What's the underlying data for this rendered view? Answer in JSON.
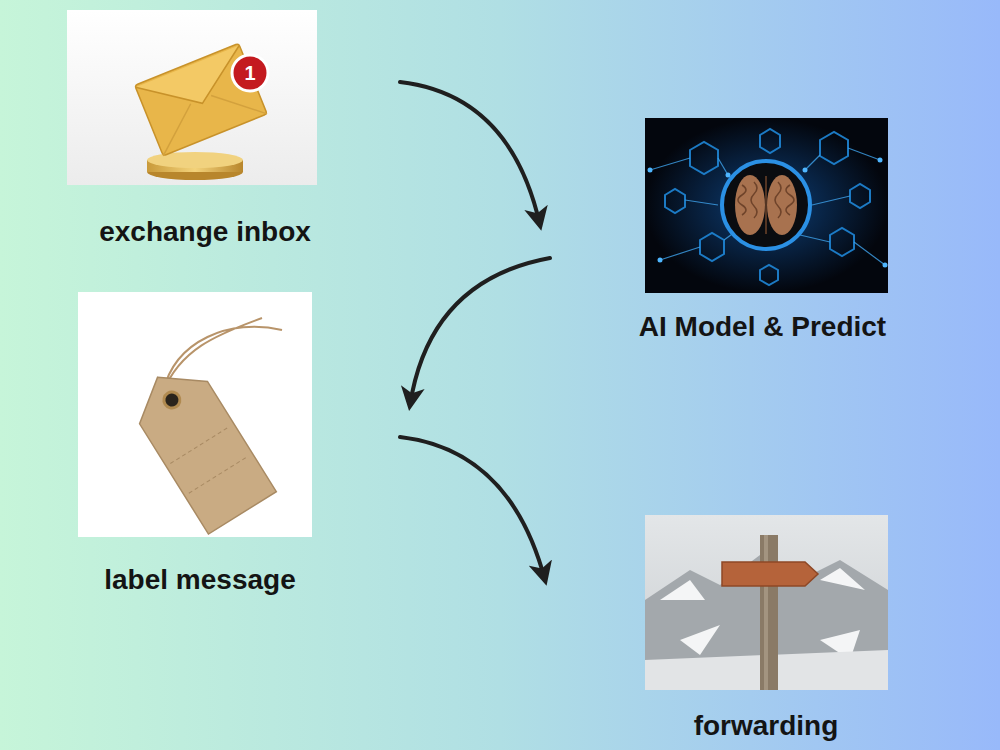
{
  "diagram": {
    "nodes": [
      {
        "text": [
          "exchange inbox"
        ]
      },
      {
        "text": [
          "AI Model & Predict"
        ]
      },
      {
        "text": [
          "label message"
        ]
      },
      {
        "text": [
          "forwarding"
        ]
      }
    ],
    "edges": [
      {
        "from": 0,
        "to": 1,
        "arrow": "to"
      },
      {
        "from": 1,
        "to": 2,
        "arrow": "to"
      },
      {
        "from": 2,
        "to": 3,
        "arrow": "to"
      }
    ],
    "labels": [
      "1"
    ]
  }
}
